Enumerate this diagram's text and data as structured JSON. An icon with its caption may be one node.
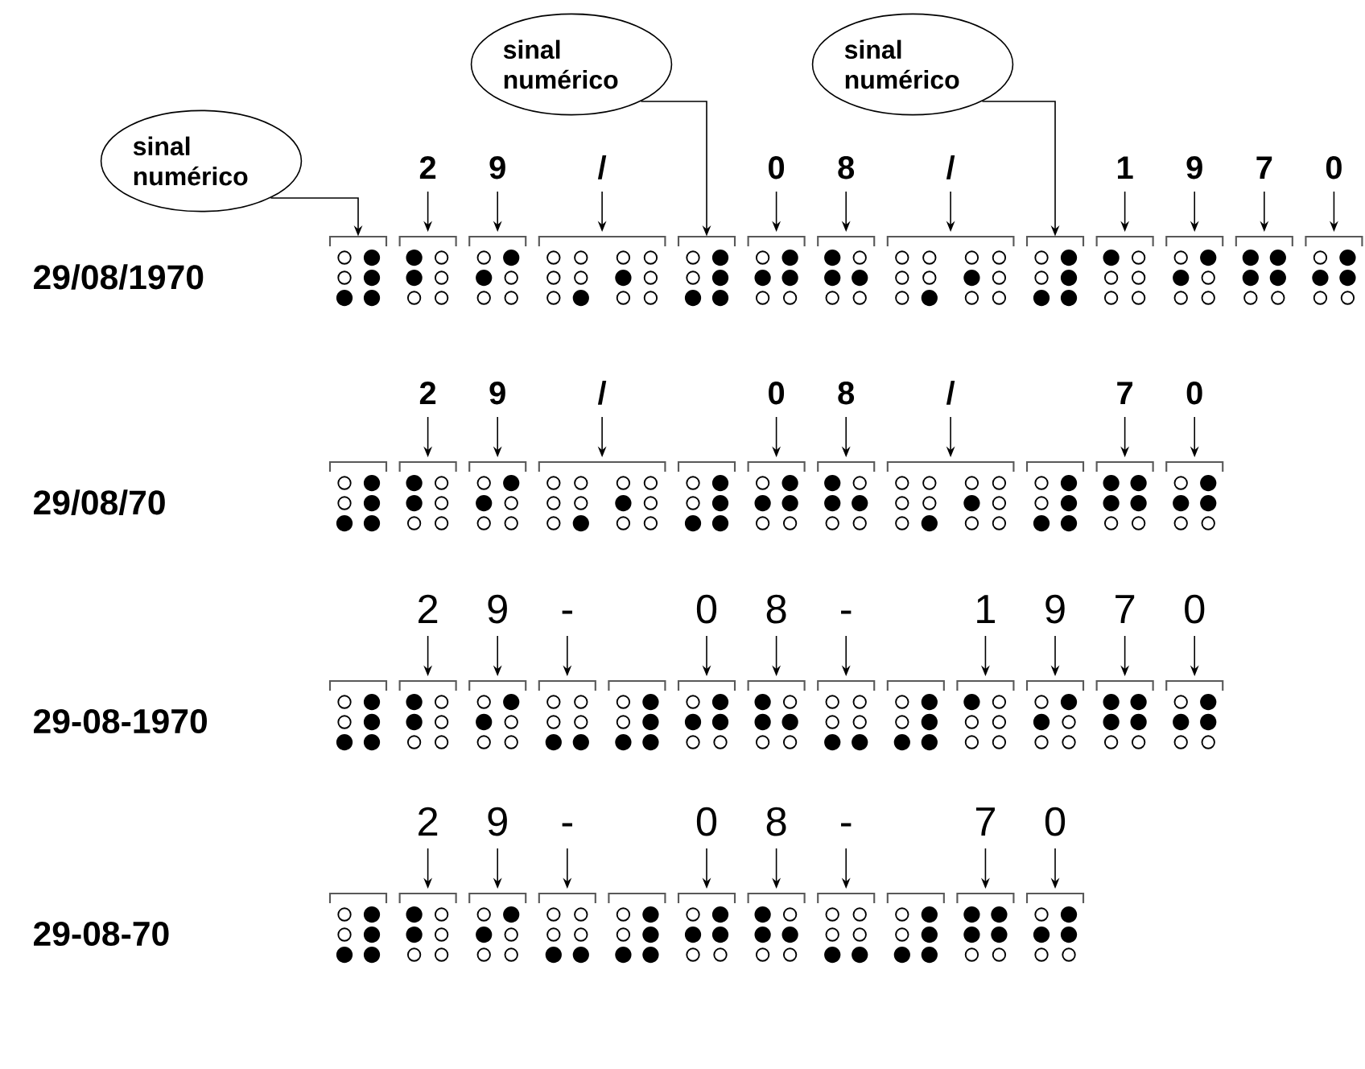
{
  "diagram": {
    "nodes": [
      {
        "text": [
          "sinal numérico"
        ]
      },
      {
        "text": [
          "sinal numérico"
        ]
      },
      {
        "text": [
          "sinal numérico"
        ]
      },
      {
        "text": [],
        "shape": "dots"
      },
      {
        "text": [],
        "shape": "dots"
      },
      {
        "text": [],
        "shape": "dots"
      }
    ],
    "edges": [
      {
        "from": 0,
        "to": 3,
        "arrow": "to"
      },
      {
        "from": 1,
        "to": 4,
        "arrow": "to"
      },
      {
        "from": 2,
        "to": 5,
        "arrow": "to"
      }
    ],
    "labels": [
      "2",
      "9",
      "/",
      "0",
      "8",
      "/",
      "1",
      "9",
      "7",
      "0",
      "29/08/1970",
      "2",
      "9",
      "/",
      "0",
      "8",
      "/",
      "7",
      "0",
      "29/08/70",
      "2",
      "9",
      "-",
      "0",
      "8",
      "-",
      "1",
      "9",
      "7",
      "0",
      "29-08-1970",
      "2",
      "9",
      "-",
      "0",
      "8",
      "-",
      "7",
      "0",
      "29-08-70"
    ]
  }
}
